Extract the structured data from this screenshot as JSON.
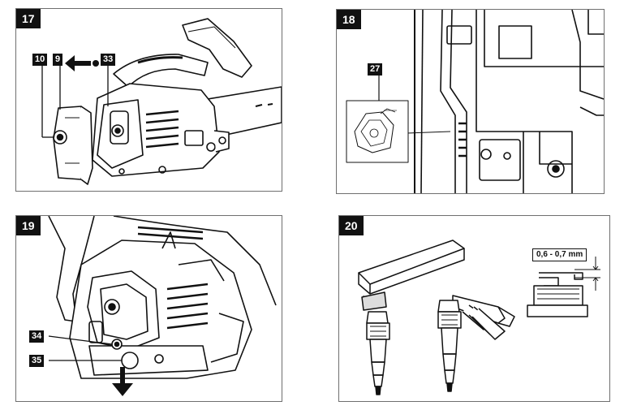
{
  "figures": [
    {
      "number": "17",
      "callouts": [
        "10",
        "9",
        "33"
      ]
    },
    {
      "number": "18",
      "callouts": [
        "27"
      ]
    },
    {
      "number": "19",
      "callouts": [
        "34",
        "35"
      ]
    },
    {
      "number": "20",
      "gap_label": "0,6 - 0,7 mm"
    }
  ],
  "colors": {
    "ink": "#111111",
    "label_bg": "#111111",
    "label_text": "#ffffff",
    "border": "#6f6f6f"
  }
}
